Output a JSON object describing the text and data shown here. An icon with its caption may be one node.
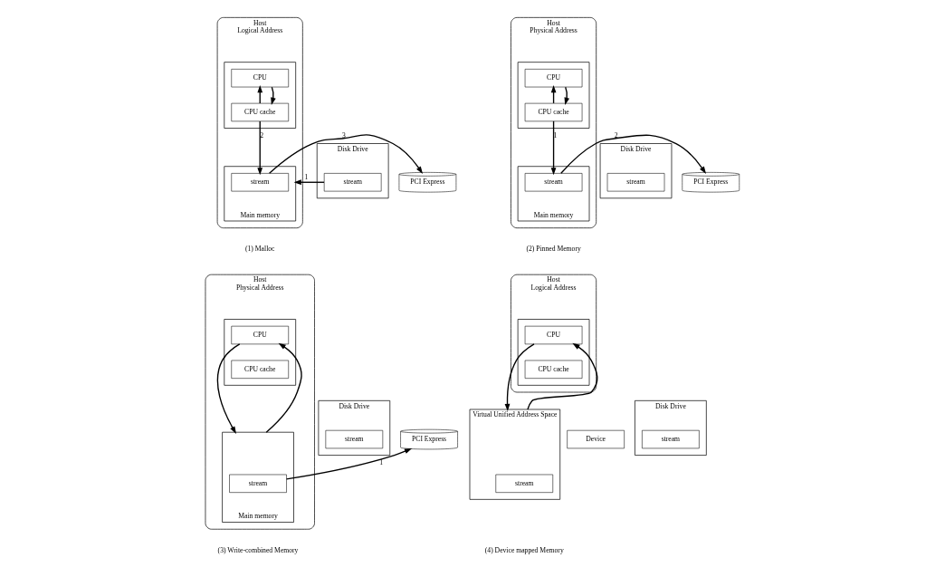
{
  "diagram": {
    "nodes": [
      {
        "text": [
          "Disk Drive"
        ]
      },
      {
        "text": [
          "stream"
        ],
        "in": 0
      },
      {
        "text": [
          "Host",
          "Logical Address"
        ]
      },
      {
        "text": [],
        "shape": "box",
        "in": 2
      },
      {
        "text": [
          "CPU"
        ],
        "in": 3
      },
      {
        "text": [
          "CPU cache"
        ],
        "in": 3
      },
      {
        "text": [
          "Main memory"
        ],
        "in": 2
      },
      {
        "text": [
          "stream"
        ],
        "in": 6
      },
      {
        "text": [
          "PCI Express"
        ]
      },
      {
        "text": [
          "Disk Drive"
        ]
      },
      {
        "text": [
          "stream"
        ],
        "in": 9
      },
      {
        "text": [
          "Host",
          "Physical Address"
        ]
      },
      {
        "text": [],
        "shape": "box",
        "in": 11
      },
      {
        "text": [
          "CPU"
        ],
        "in": 12
      },
      {
        "text": [
          "CPU cache"
        ],
        "in": 12
      },
      {
        "text": [
          "Main memory"
        ],
        "in": 11
      },
      {
        "text": [
          "stream"
        ],
        "in": 15
      },
      {
        "text": [
          "PCI Express"
        ]
      },
      {
        "text": [
          "Disk Drive"
        ]
      },
      {
        "text": [
          "stream"
        ],
        "in": 18
      },
      {
        "text": [
          "Host",
          "Physical Address"
        ]
      },
      {
        "text": [],
        "shape": "box",
        "in": 20
      },
      {
        "text": [
          "CPU"
        ],
        "in": 21
      },
      {
        "text": [
          "CPU cache"
        ],
        "in": 21
      },
      {
        "text": [
          "Main memory"
        ],
        "in": 20
      },
      {
        "text": [
          "stream"
        ],
        "in": 24
      },
      {
        "text": [
          "PCI Express"
        ]
      },
      {
        "text": [
          "Disk Drive"
        ]
      },
      {
        "text": [
          "stream"
        ],
        "in": 27
      },
      {
        "text": [
          "Host",
          "Logical Address"
        ]
      },
      {
        "text": [],
        "shape": "box",
        "in": 29
      },
      {
        "text": [
          "CPU"
        ],
        "in": 30
      },
      {
        "text": [
          "CPU cache"
        ],
        "in": 30
      },
      {
        "text": [
          "Virtual Unified Address Space"
        ]
      },
      {
        "text": [
          "stream"
        ],
        "in": 33
      },
      {
        "text": [
          "Device"
        ]
      }
    ],
    "edges": [
      {
        "from": 5,
        "to": 4,
        "arrow": "to"
      },
      {
        "from": 4,
        "to": 5,
        "arrow": "to"
      },
      {
        "from": 1,
        "to": 6,
        "arrow": "to",
        "label": "1"
      },
      {
        "from": 5,
        "to": 7,
        "arrow": "to",
        "label": "2"
      },
      {
        "from": 7,
        "to": 8,
        "arrow": "to",
        "label": "3"
      },
      {
        "from": 14,
        "to": 13,
        "arrow": "to"
      },
      {
        "from": 13,
        "to": 14,
        "arrow": "to"
      },
      {
        "from": 14,
        "to": 16,
        "arrow": "to",
        "label": "1"
      },
      {
        "from": 16,
        "to": 17,
        "arrow": "to",
        "label": "2"
      },
      {
        "from": 24,
        "to": 22,
        "arrow": "to"
      },
      {
        "from": 22,
        "to": 24,
        "arrow": "to"
      },
      {
        "from": 25,
        "to": 26,
        "arrow": "to",
        "label": "1"
      },
      {
        "from": 33,
        "to": 31,
        "arrow": "to"
      },
      {
        "from": 31,
        "to": 33,
        "arrow": "to"
      }
    ],
    "labels": [
      "(1) Malloc",
      "(2) Pinned Memory",
      "(3) Write-combined Memory",
      "(4) Device mapped Memory"
    ]
  }
}
